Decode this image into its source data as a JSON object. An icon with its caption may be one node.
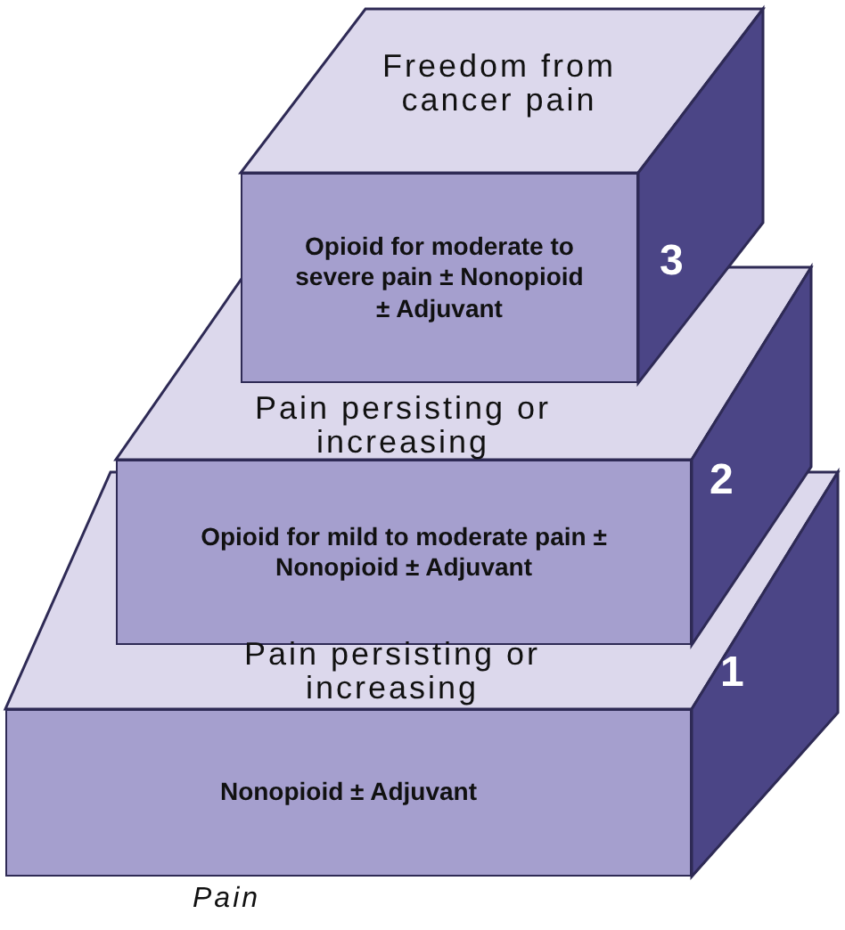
{
  "diagram": {
    "nodes": [
      {
        "text": [
          "Nonopioid ± Adjuvant"
        ],
        "beside": [
          "1"
        ]
      },
      {
        "text": [
          "Opioid for mild to moderate pain ± Nonopioid ± Adjuvant"
        ],
        "beside": [
          "2"
        ]
      },
      {
        "text": [
          "Opioid for moderate to severe pain ± Nonopioid ± Adjuvant"
        ],
        "beside": [
          "3"
        ]
      }
    ],
    "labels": [
      "Freedom from cancer pain",
      "Pain persisting or increasing",
      "Pain persisting or increasing",
      "Pain"
    ]
  }
}
